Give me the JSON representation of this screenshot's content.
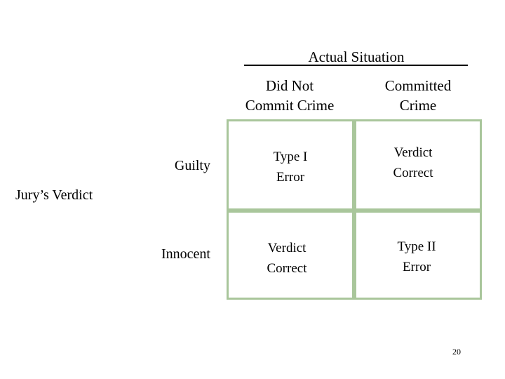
{
  "slide": {
    "page_number": "20",
    "accent_color": "#a9c69b",
    "rule_color": "#000000"
  },
  "matrix": {
    "column_axis_title": "Actual Situation",
    "row_axis_title": "Jury’s Verdict",
    "column_headers": [
      "Did Not\nCommit Crime",
      "Committed\nCrime"
    ],
    "row_headers": [
      "Guilty",
      "Innocent"
    ],
    "cells": [
      {
        "row": "Guilty",
        "column": "Did Not Commit Crime",
        "text": "Type I\nError"
      },
      {
        "row": "Guilty",
        "column": "Committed Crime",
        "text": "Verdict\nCorrect"
      },
      {
        "row": "Innocent",
        "column": "Did Not Commit Crime",
        "text": "Verdict\nCorrect"
      },
      {
        "row": "Innocent",
        "column": "Committed Crime",
        "text": "Type II\nError"
      }
    ]
  }
}
